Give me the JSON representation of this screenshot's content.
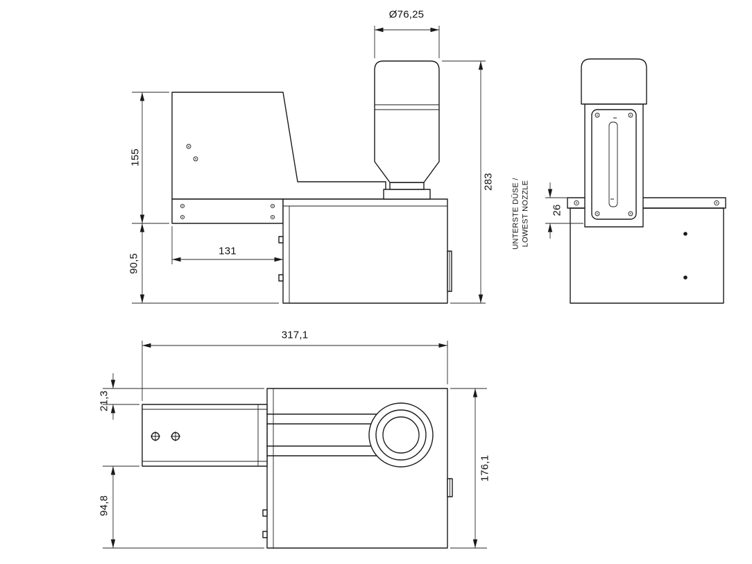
{
  "views": {
    "side": {
      "dims": {
        "bottle_diameter": "Ø76,25",
        "bracket_height": "155",
        "body_height": "90,5",
        "bracket_width": "131",
        "total_height": "283"
      }
    },
    "front": {
      "dims": {
        "lowest_nozzle_offset": "26"
      },
      "note_line1": "UNTERSTE DÜSE /",
      "note_line2": "LOWEST NOZZLE"
    },
    "top": {
      "dims": {
        "total_width": "317,1",
        "arm_offset": "21,3",
        "body_depth": "94,8",
        "total_depth": "176,1"
      }
    }
  }
}
